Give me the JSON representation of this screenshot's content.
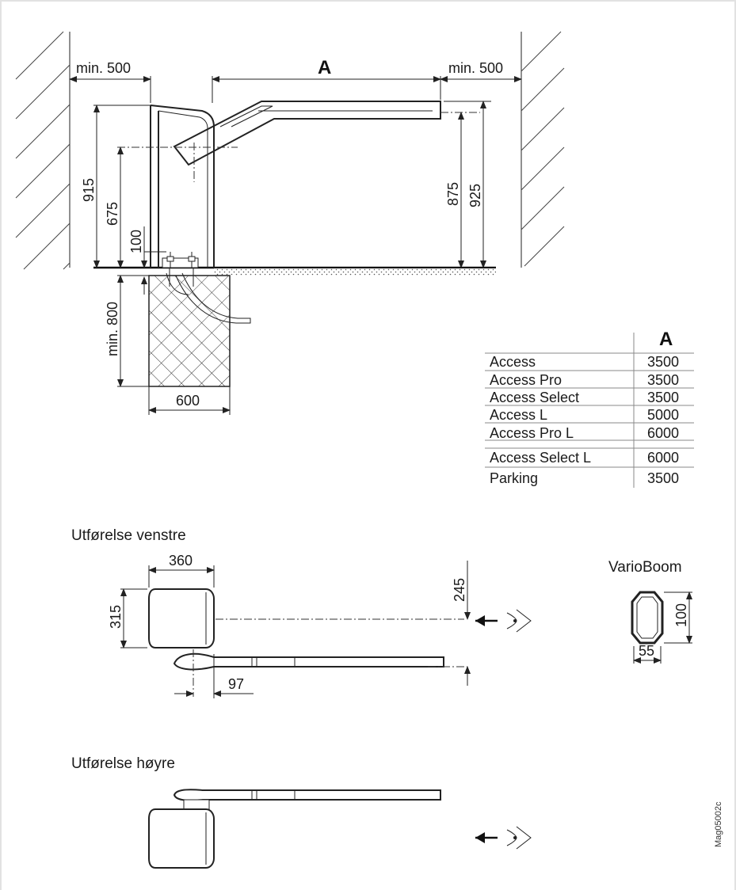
{
  "dimensions": {
    "min_left": "min. 500",
    "span": "A",
    "min_right": "min. 500",
    "h915": "915",
    "h675": "675",
    "h100": "100",
    "h875": "875",
    "h925": "925",
    "foundation_depth": "min. 800",
    "foundation_width": "600"
  },
  "table": {
    "column_header": "A",
    "rows": [
      {
        "model": "Access",
        "value": "3500"
      },
      {
        "model": "Access Pro",
        "value": "3500"
      },
      {
        "model": "Access Select",
        "value": "3500"
      },
      {
        "model": "Access L",
        "value": "5000"
      },
      {
        "model": "Access Pro L",
        "value": "6000"
      },
      {
        "model": "Access Select L",
        "value": "6000"
      },
      {
        "model": "Parking",
        "value": "3500"
      }
    ]
  },
  "left_version": {
    "title": "Utførelse venstre",
    "width": "360",
    "depth": "315",
    "offset": "245",
    "axis_offset": "97"
  },
  "vario": {
    "title": "VarioBoom",
    "height": "100",
    "width": "55"
  },
  "right_version": {
    "title": "Utførelse høyre"
  },
  "drawing_ref": "Mag05002c"
}
